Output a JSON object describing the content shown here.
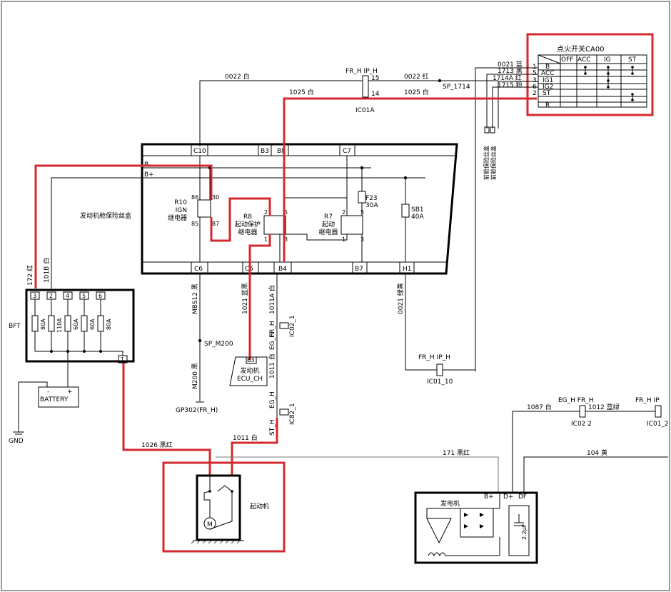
{
  "ignition_switch": {
    "title": "点火开关CA00",
    "columns": [
      "OFF",
      "ACC",
      "IG",
      "ST"
    ],
    "rows": [
      "B",
      "ACC",
      "IG1",
      "IG2",
      "ST",
      "R"
    ],
    "pins": [
      "1",
      "5",
      "3",
      "6",
      "2"
    ],
    "wires": [
      "0021 蓝",
      "1713 黑",
      "1714A 红",
      "1715 粉"
    ]
  },
  "connectors": {
    "ic01a": {
      "top": "FR_H  IP_H",
      "pin15": "15",
      "pin14": "14",
      "name": "IC01A"
    },
    "ic01_10": {
      "top": "FR_H  IP_H",
      "name": "IC01_10"
    },
    "ic02_1": {
      "top": "FR_H",
      "side": "EG_H",
      "name": "IC02_1"
    },
    "ic82_1": {
      "side1": "EG_H",
      "side2": "ST_H",
      "name": "IC82_1"
    },
    "ic02_2": {
      "top": "EG_H  FR_H",
      "name": "IC02 2"
    },
    "ic01_2": {
      "top": "FR_H  IP",
      "name": "IC01_2"
    }
  },
  "wires": {
    "w0022_white": "0022 白",
    "w0022_red": "0022 红",
    "w1025_a": "1025 白",
    "w1025_b": "1025 白",
    "sp1714": "SP_1714",
    "w172": "172 红",
    "w101b": "101B 白",
    "mbs12": "MBS12 黑",
    "sp_m200": "SP_M200",
    "m200": "M200 黑",
    "gp302": "GP302(FR_H)",
    "w1021": "1021 蓝黑",
    "w1011a": "1011A 白",
    "w0021": "0021 绿黄",
    "w1011": "1011 白",
    "w1011_b": "1011 白",
    "w1026": "1026 黑红",
    "w171": "171 黑红",
    "w104": "104 黄",
    "w1087": "1087 白",
    "w1012": "1012 蓝绿"
  },
  "fuse_box": {
    "title": "发动机舱保险丝盒",
    "bus_b_minus": "B-",
    "bus_b_plus": "B+",
    "pins_top": [
      "C10",
      "B3",
      "B8",
      "C7"
    ],
    "pins_bottom": [
      "C6",
      "C5",
      "B4",
      "B7",
      "H1"
    ],
    "r10": "R10\nIGN\n继电器",
    "r10_pins": [
      "86",
      "30",
      "85",
      "87"
    ],
    "r8": "R8\n起动保护\n继电器",
    "r8_pins": [
      "2",
      "5",
      "1",
      "3"
    ],
    "r7": "R7\n起动\n继电器",
    "r7_pins": [
      "2",
      "5",
      "1",
      "3"
    ],
    "f23": "F23\n30A",
    "sb1": "SB1\n40A",
    "side_labels": [
      "前舱保险丝盒",
      "前舱保险丝盒"
    ]
  },
  "bft": {
    "label": "BFT",
    "pins": [
      "3",
      "2",
      "4",
      "5",
      "6",
      "1"
    ],
    "fuses": [
      "80A",
      "110A",
      "60A",
      "60A",
      "80A"
    ]
  },
  "battery": {
    "label": "BATTERY",
    "minus": "-",
    "plus": "+",
    "gnd": "GND"
  },
  "ecu": {
    "pin": "B3",
    "label": "发动机\nECU_CH"
  },
  "starter": {
    "label": "起动机",
    "motor": "M"
  },
  "alternator": {
    "label": "发电机",
    "terms": [
      "B+",
      "D+",
      "DF"
    ],
    "cap": "2.2μF"
  },
  "colors": {
    "highlight": "#d42a2f",
    "line": "#000000",
    "thin": "#777777"
  }
}
